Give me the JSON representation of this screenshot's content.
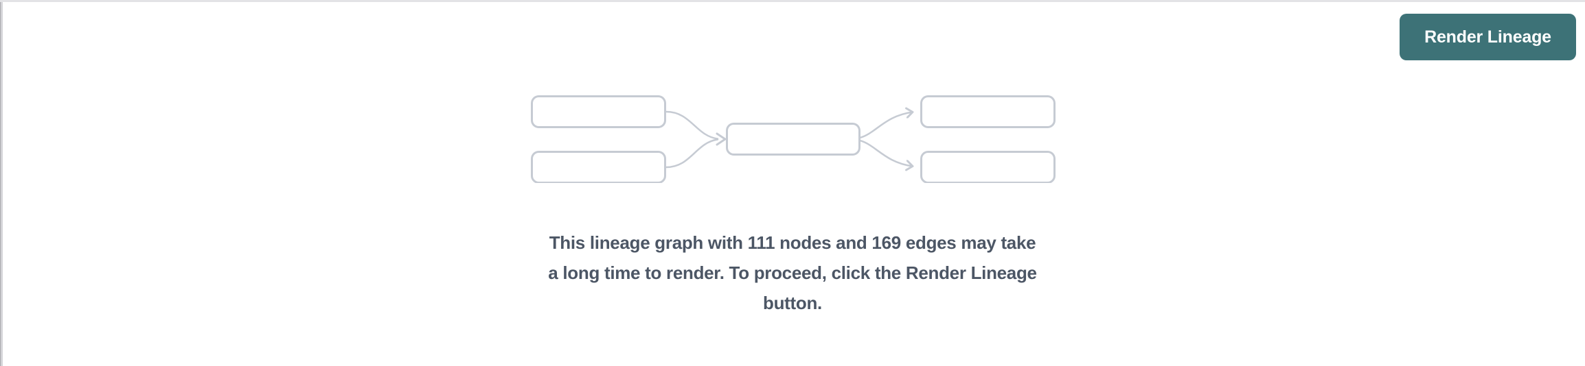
{
  "page": {
    "background_color": "#ffffff",
    "top_divider_color": "#e3e3e6",
    "left_divider_color": "#d4d4d8"
  },
  "toolbar": {
    "render_button_label": "Render Lineage",
    "render_button_color": "#3d7277",
    "render_button_text_color": "#ffffff"
  },
  "empty_state": {
    "illustration": {
      "name": "lineage-graph-placeholder",
      "node_count_drawn": 5,
      "edge_count_drawn": 4,
      "box_border_color": "#c6cbd3",
      "edge_color": "#c6cbd3",
      "box_fill_color": "#ffffff"
    },
    "message_lines": [
      "This lineage graph with 111 nodes and 169 edges may take",
      "a long time to render. To proceed, click the Render Lineage",
      "button."
    ],
    "message_color": "#4c5665",
    "node_count": "111",
    "edge_count": "169"
  }
}
